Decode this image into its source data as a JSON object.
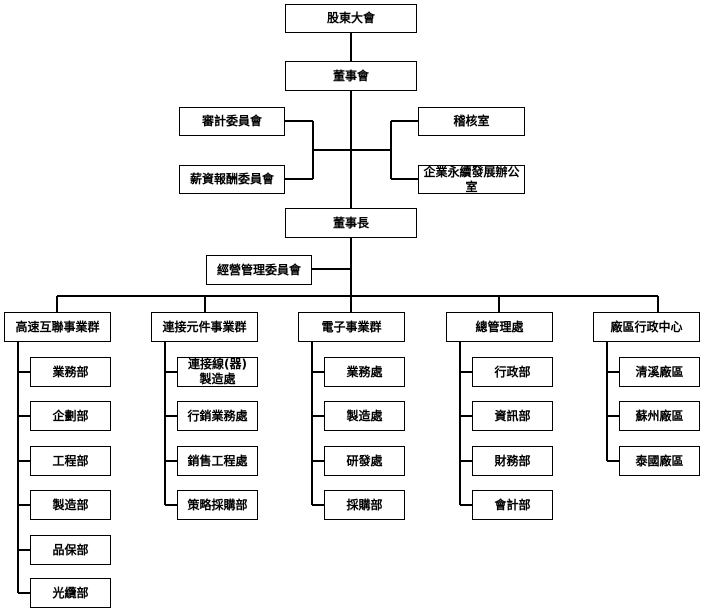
{
  "shareholders": "股東大會",
  "board": "董事會",
  "audit_committee": "審計委員會",
  "compensation_committee": "薪資報酬委員會",
  "audit_office": "稽核室",
  "sustainability_office": "企業永續發展辦公室",
  "chairman": "董事長",
  "management_committee": "經營管理委員會",
  "divisions": [
    {
      "name": "高速互聯事業群",
      "units": [
        "業務部",
        "企劃部",
        "工程部",
        "製造部",
        "品保部",
        "光纜部"
      ]
    },
    {
      "name": "連接元件事業群",
      "units": [
        "連接線(器)\n製造處",
        "行銷業務處",
        "銷售工程處",
        "策略採購部"
      ]
    },
    {
      "name": "電子事業群",
      "units": [
        "業務處",
        "製造處",
        "研發處",
        "採購部"
      ]
    },
    {
      "name": "總管理處",
      "units": [
        "行政部",
        "資訊部",
        "財務部",
        "會計部"
      ]
    },
    {
      "name": "廠區行政中心",
      "units": [
        "清溪廠區",
        "蘇州廠區",
        "泰國廠區"
      ]
    }
  ]
}
